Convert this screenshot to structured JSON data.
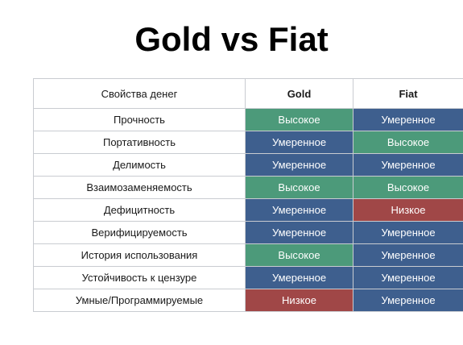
{
  "title": "Gold vs Fiat",
  "table": {
    "headers": {
      "property": "Свойства денег",
      "gold": "Gold",
      "fiat": "Fiat"
    },
    "rows": [
      {
        "property": "Прочность",
        "gold": "Высокое",
        "gold_level": "high",
        "fiat": "Умеренное",
        "fiat_level": "mid"
      },
      {
        "property": "Портативность",
        "gold": "Умеренное",
        "gold_level": "mid",
        "fiat": "Высокое",
        "fiat_level": "high"
      },
      {
        "property": "Делимость",
        "gold": "Умеренное",
        "gold_level": "mid",
        "fiat": "Умеренное",
        "fiat_level": "mid"
      },
      {
        "property": "Взаимозаменяемость",
        "gold": "Высокое",
        "gold_level": "high",
        "fiat": "Высокое",
        "fiat_level": "high"
      },
      {
        "property": "Дефицитность",
        "gold": "Умеренное",
        "gold_level": "mid",
        "fiat": "Низкое",
        "fiat_level": "low"
      },
      {
        "property": "Верифицируемость",
        "gold": "Умеренное",
        "gold_level": "mid",
        "fiat": "Умеренное",
        "fiat_level": "mid"
      },
      {
        "property": "История использования",
        "gold": "Высокое",
        "gold_level": "high",
        "fiat": "Умеренное",
        "fiat_level": "mid"
      },
      {
        "property": "Устойчивость к цензуре",
        "gold": "Умеренное",
        "gold_level": "mid",
        "fiat": "Умеренное",
        "fiat_level": "mid"
      },
      {
        "property": "Умные/Программируемые",
        "gold": "Низкое",
        "gold_level": "low",
        "fiat": "Умеренное",
        "fiat_level": "mid"
      }
    ]
  },
  "colors": {
    "high": "#4c9a7a",
    "mid": "#3e5f8e",
    "low": "#a04747"
  }
}
